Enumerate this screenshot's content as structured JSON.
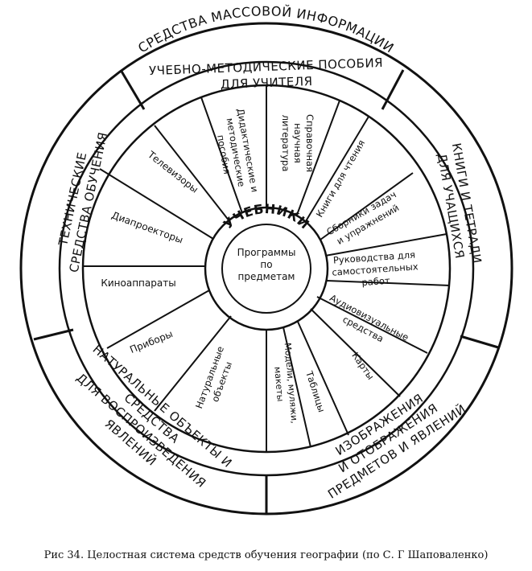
{
  "diagram": {
    "outer_ring": "СРЕДСТВА МАССОВОЙ ИНФОРМАЦИИ",
    "sector_teacher": [
      "УЧЕБНО-МЕТОДИЧЕСКИЕ ПОСОБИЯ",
      "ДЛЯ УЧИТЕЛЯ"
    ],
    "sector_student": [
      "КНИГИ И ТЕТРАДИ",
      "ДЛЯ УЧАЩИХСЯ"
    ],
    "sector_images": [
      "ИЗОБРАЖЕНИЯ",
      "И ОТОБРАЖЕНИЯ",
      "ПРЕДМЕТОВ И ЯВЛЕНИЙ"
    ],
    "sector_natural": [
      "НАТУРАЛЬНЫЕ ОБЪЕКТЫ И",
      "СРЕДСТВА",
      "ДЛЯ ВОСПРОИЗВЕДЕНИЯ",
      "ЯВЛЕНИЙ"
    ],
    "sector_tech": [
      "ТЕХНИЧЕСКИЕ",
      "СРЕДСТВА ОБУЧЕНИЯ"
    ],
    "items": {
      "didactic": [
        "Дидактические и",
        "методические",
        "пособия"
      ],
      "reference": [
        "Справочная",
        "научная",
        "литература"
      ],
      "reading_books": "Книги для чтения",
      "tasks": [
        "Сборники задач",
        "и упражнений"
      ],
      "guides": [
        "Руководства для",
        "самостоятельных",
        "работ"
      ],
      "audiovisual": [
        "Аудиовизуальные",
        "средства"
      ],
      "maps": "Карты",
      "tables": "Таблицы",
      "models": [
        "Модели, муляжи,",
        "макеты"
      ],
      "natural_objects": [
        "Натуральные",
        "объекты"
      ],
      "devices": "Приборы",
      "film_projectors": "Киноаппараты",
      "slide_projectors": "Диапроекторы",
      "televisions": "Телевизоры"
    },
    "textbooks_ring": "УЧЕБНИКИ",
    "center": [
      "Программы",
      "по",
      "предметам"
    ]
  },
  "caption": "Рис  34. Целостная система средств обучения географии (по С. Г  Шаповаленко)"
}
